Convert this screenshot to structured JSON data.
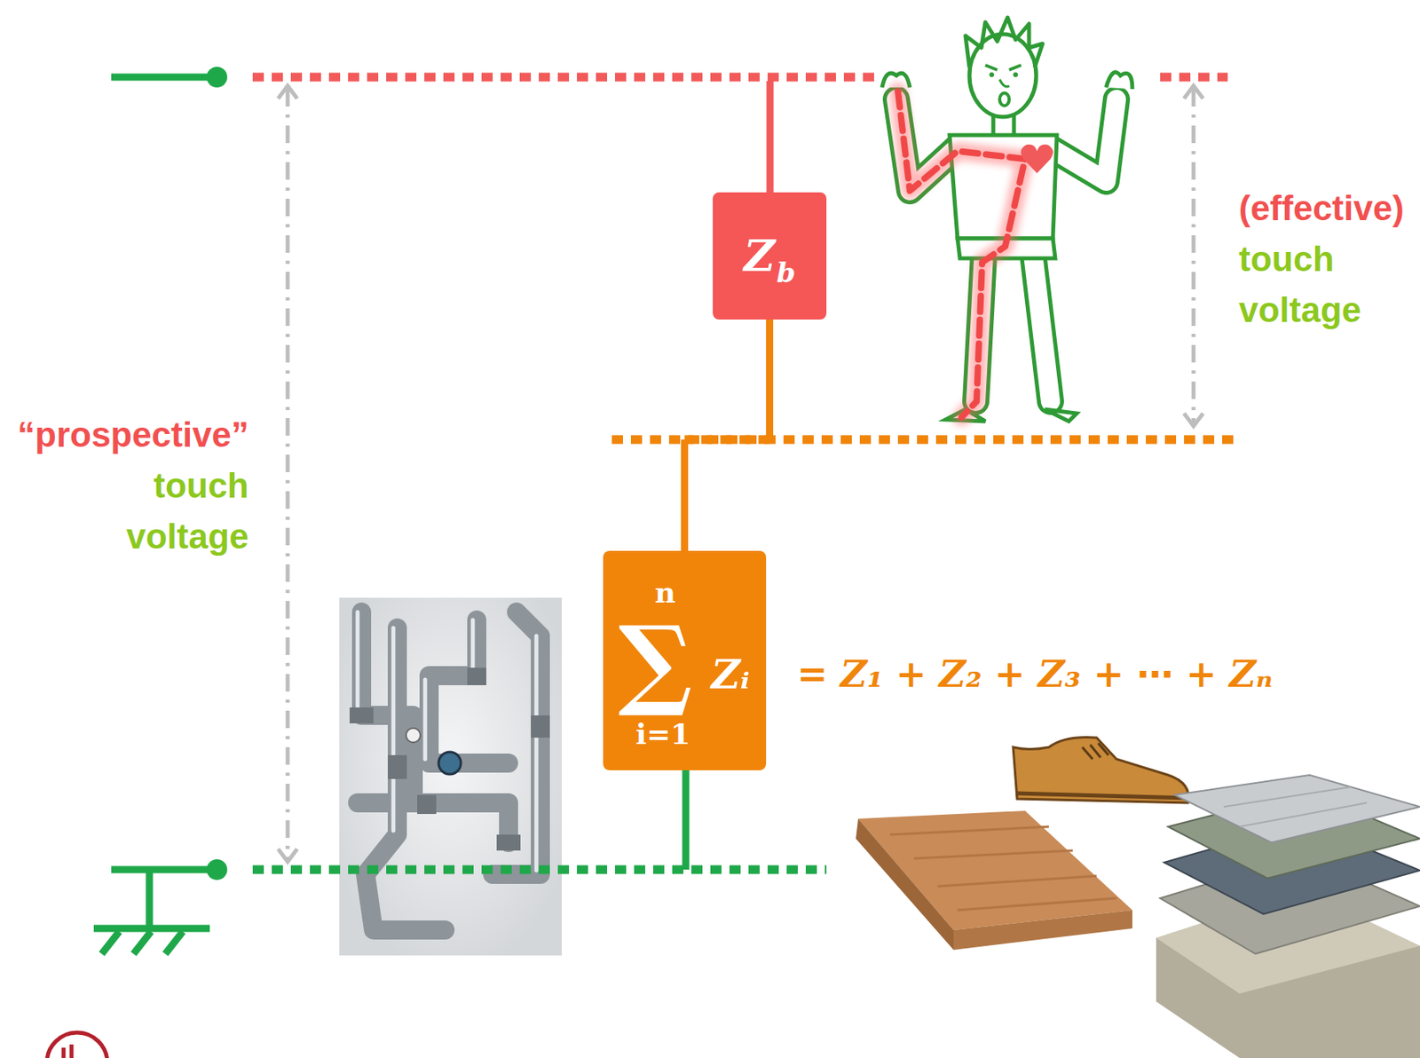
{
  "diagram": {
    "nodes": [
      {
        "text": [
          "Z",
          "b"
        ]
      },
      {
        "text": [
          "n",
          "∑",
          "Zᵢ",
          "i=1"
        ]
      }
    ],
    "edges": [
      {
        "from": 0,
        "to": 1,
        "arrow": "none"
      }
    ],
    "labels": [
      "“prospective”",
      "touch voltage",
      "(effective)",
      "touch voltage",
      "= Z₁ + Z₂ + Z₃ + ⋯ + Zₙ"
    ]
  }
}
